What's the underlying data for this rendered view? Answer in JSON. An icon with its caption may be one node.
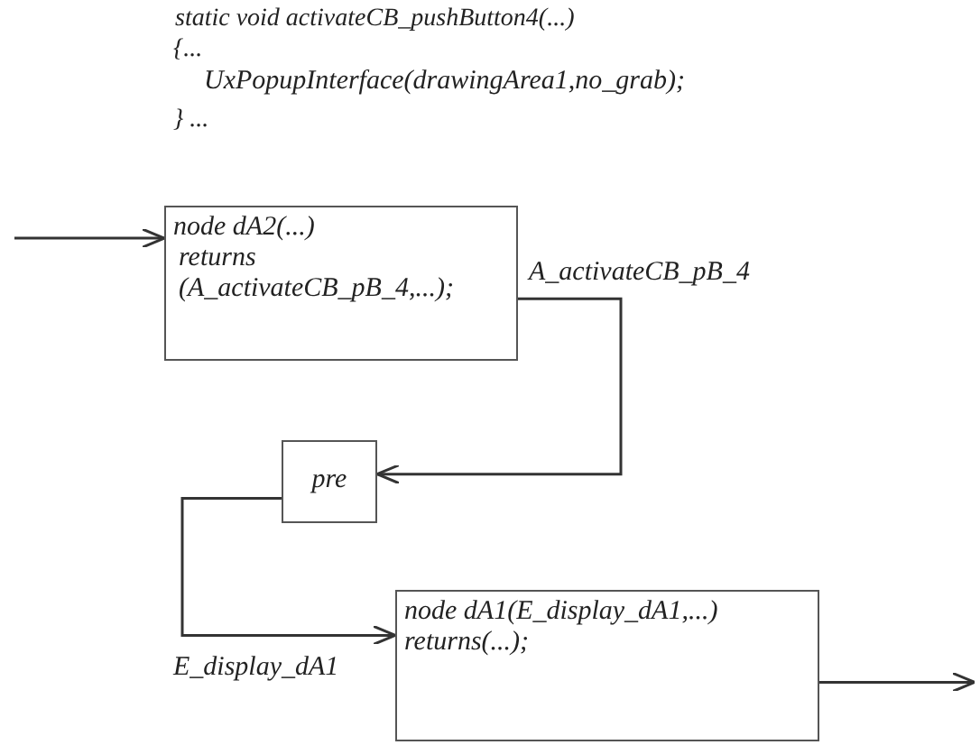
{
  "diagram": {
    "nodes": [
      {
        "text": [
          "node dA2(...)",
          "returns (A_activateCB_pB_4,...);"
        ]
      },
      {
        "text": [
          "pre"
        ]
      },
      {
        "text": [
          "node dA1(E_display_dA1,...)",
          "returns(...);"
        ]
      }
    ],
    "edges": [
      {
        "from": null,
        "to": 0,
        "arrow": "to"
      },
      {
        "from": 0,
        "to": 1,
        "arrow": "to",
        "label": "A_activateCB_pB_4"
      },
      {
        "from": 1,
        "to": 2,
        "arrow": "to",
        "label": "E_display_dA1"
      },
      {
        "from": 2,
        "to": null,
        "arrow": "to"
      }
    ],
    "labels": [
      "static void activateCB_pushButton4(...)",
      "{...",
      "UxPopupInterface(drawingArea1,no_grab);",
      "} ..."
    ]
  }
}
